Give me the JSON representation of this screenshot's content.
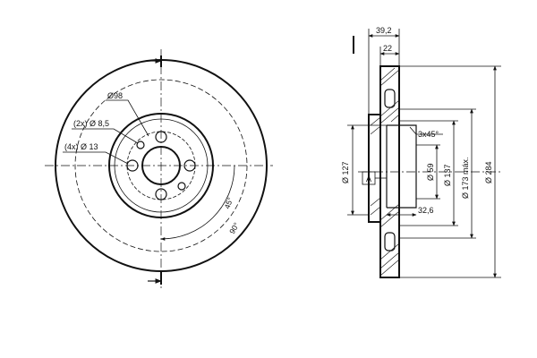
{
  "front_view": {
    "pcd_label": "Ø98",
    "small_holes_label": "(2x) Ø 8,5",
    "bolt_holes_label": "(4x) Ø 13",
    "angle_45_label": "45°",
    "angle_90_label": "90°"
  },
  "side_view": {
    "overall_thickness": "39,2",
    "disc_thickness": "22",
    "chamfer": "3x45°",
    "hub_height": "32,6",
    "ref_label": "A",
    "hat_diameter": "Ø 127",
    "bore_diameter": "Ø 59",
    "inner_diameter": "Ø 137",
    "max_diameter": "Ø 173 máx.",
    "outer_diameter": "Ø 284"
  }
}
